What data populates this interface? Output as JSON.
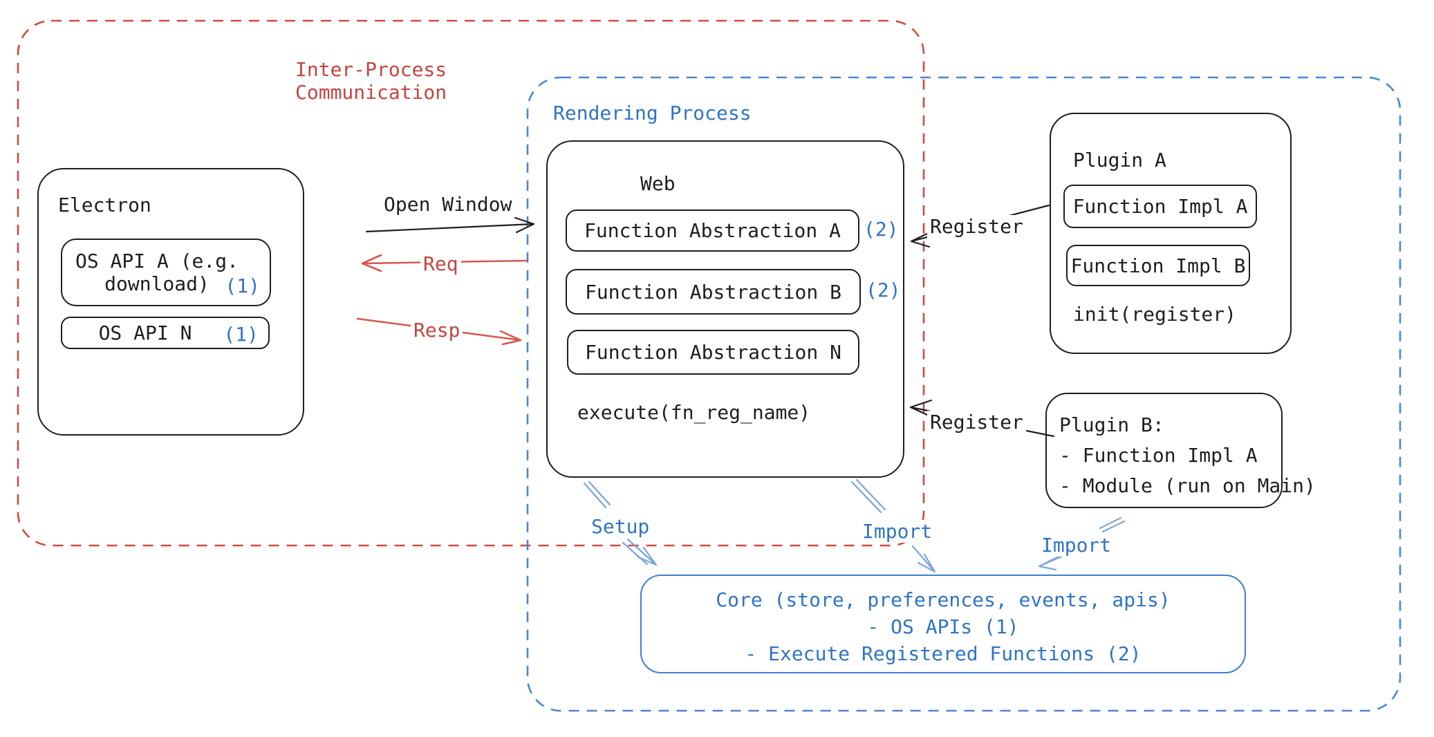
{
  "colors": {
    "black": "#1e1e1e",
    "red_text": "#c5443d",
    "red_dash": "#cf4a43",
    "red_arrow": "#d8564f",
    "blue_text": "#2e74c4",
    "blue_dash": "#4a86cf",
    "blue_arrow": "#7ba4dc",
    "core_border": "#3b7fd0"
  },
  "ipc": {
    "line1": "Inter-Process",
    "line2": "Communication"
  },
  "rendering": {
    "label": "Rendering Process"
  },
  "electron": {
    "title": "Electron",
    "api_a_line1": "OS API A (e.g.",
    "api_a_line2": "download)",
    "api_a_badge": "(1)",
    "api_n_label": "OS API N",
    "api_n_badge": "(1)"
  },
  "web": {
    "title": "Web",
    "fa_a": "Function Abstraction A",
    "fa_a_badge": "(2)",
    "fa_b": "Function Abstraction B",
    "fa_b_badge": "(2)",
    "fa_n": "Function Abstraction N",
    "execute": "execute(fn_reg_name)"
  },
  "plugin_a": {
    "title": "Plugin A",
    "impl_a": "Function Impl A",
    "impl_b": "Function Impl B",
    "init": "init(register)"
  },
  "plugin_b": {
    "title": "Plugin B:",
    "item1": "- Function Impl A",
    "item2": "- Module (run on Main)"
  },
  "core": {
    "line1": "Core (store, preferences, events, apis)",
    "line2": "- OS APIs (1)",
    "line3": "- Execute Registered Functions (2)"
  },
  "labels": {
    "open_window": "Open Window",
    "req": "Req",
    "resp": "Resp",
    "register_a": "Register",
    "register_b": "Register",
    "setup": "Setup",
    "import_center": "Import",
    "import_right": "Import"
  }
}
